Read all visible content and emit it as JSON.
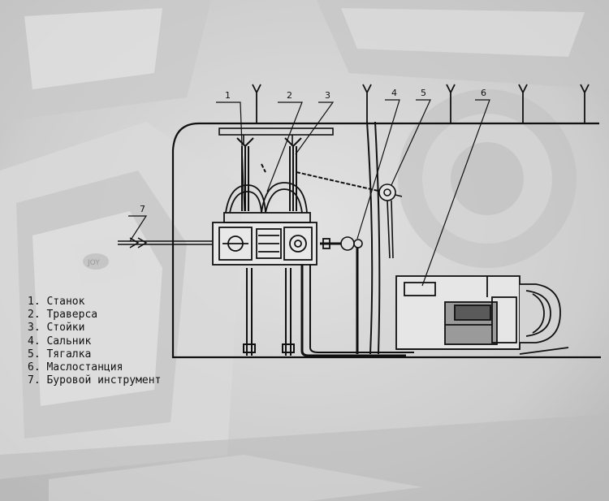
{
  "colors": {
    "background": "#cfcfcf",
    "ink": "#111111",
    "photo_light": "#e6e6e6",
    "photo_mid": "#bdbdbd",
    "photo_dark": "#9c9c9c"
  },
  "callouts": {
    "c1": "1",
    "c2": "2",
    "c3": "3",
    "c4": "4",
    "c5": "5",
    "c6": "6",
    "c7": "7"
  },
  "legend": [
    "1. Станок",
    "2. Траверса",
    "3. Стойки",
    "4. Сальник",
    "5. Тягалка",
    "6. Маслостанция",
    "7. Буровой инструмент"
  ],
  "photo_text": {
    "badge": "JOY"
  }
}
